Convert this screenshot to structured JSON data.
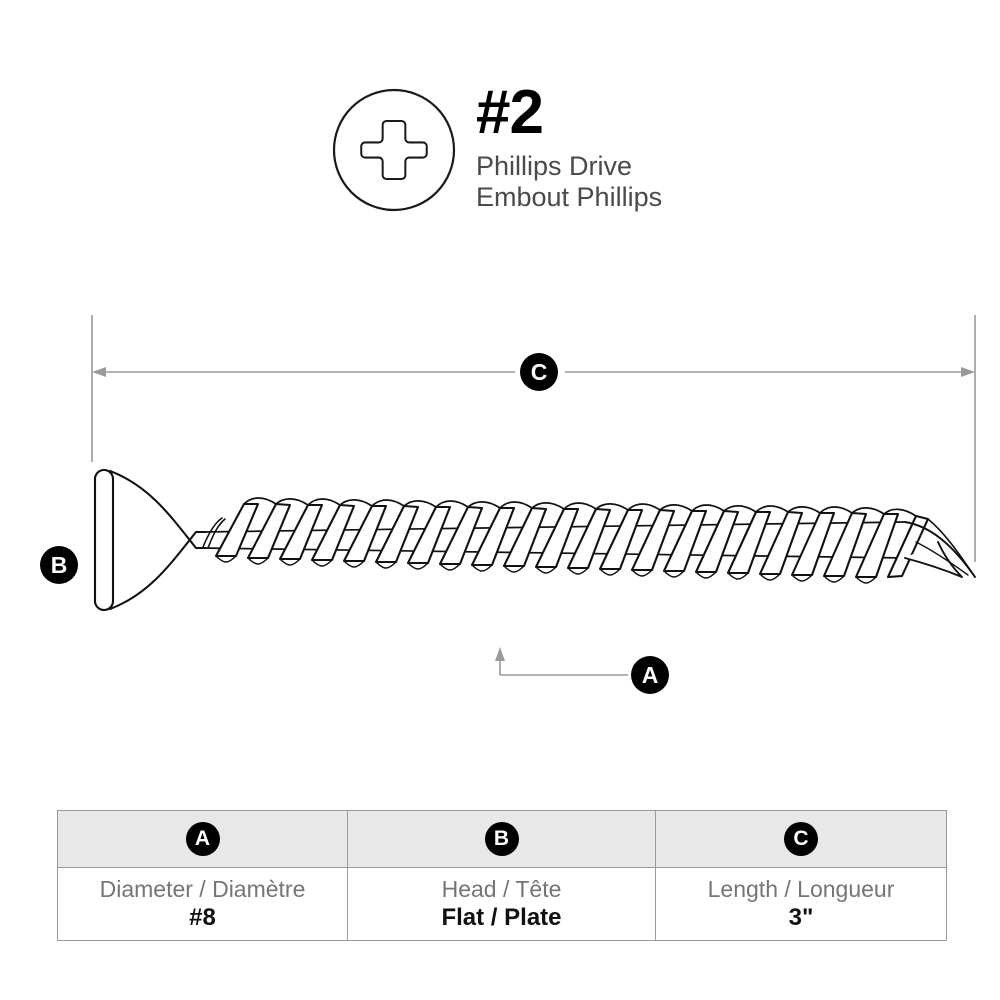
{
  "drive": {
    "icon": "phillips-drive-cross-icon",
    "size_label": "#2",
    "name_en": "Phillips Drive",
    "name_fr": "Embout Phillips"
  },
  "diagram": {
    "title": "screw-technical-drawing",
    "callouts": {
      "a": "A",
      "b": "B",
      "c": "C"
    },
    "dimension_c": {
      "label": "C",
      "orientation": "horizontal",
      "description": "overall length dimension line"
    },
    "dimension_b": {
      "label": "B",
      "orientation": "vertical",
      "description": "head width callout"
    },
    "dimension_a": {
      "label": "A",
      "orientation": "leader",
      "description": "shank diameter leader arrow"
    }
  },
  "spec_table": {
    "headers": [
      {
        "badge": "A"
      },
      {
        "badge": "B"
      },
      {
        "badge": "C"
      }
    ],
    "rows": [
      {
        "label": "Diameter / Diamètre",
        "value": "#8"
      },
      {
        "label": "Head / Tête",
        "value": "Flat / Plate"
      },
      {
        "label": "Length / Longueur",
        "value": "3\""
      }
    ]
  },
  "colors": {
    "ink": "#000000",
    "line": "#1a1a1a",
    "dimension_line": "#9a9a9a",
    "label_gray": "#757575",
    "subtext_gray": "#4a4a4a",
    "table_header_bg": "#e8e8e8",
    "table_border": "#9a9a9a",
    "background": "#ffffff"
  }
}
